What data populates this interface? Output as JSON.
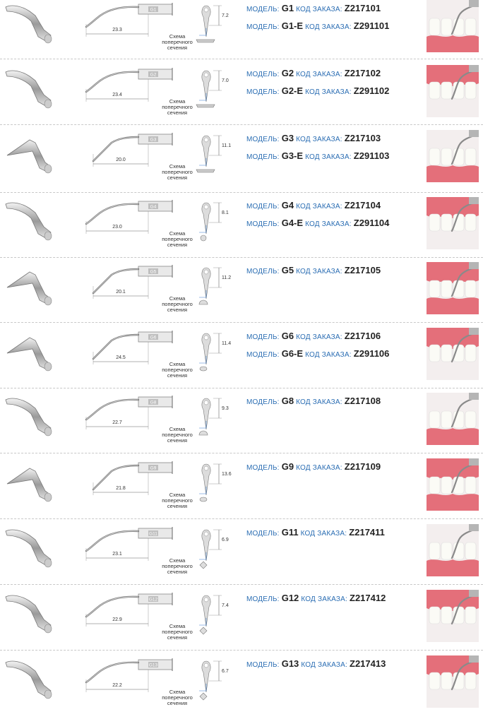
{
  "labels": {
    "model": "МОДЕЛЬ:",
    "order": "КОД ЗАКАЗА:",
    "cross_line1": "Схема",
    "cross_line2": "поперечного",
    "cross_line3": "сечения"
  },
  "rows": [
    {
      "name": "G1",
      "length": "23.3",
      "height": "7.2",
      "section": "flat",
      "tip": "hook-down",
      "clin": "lower-left",
      "models": [
        {
          "model": "G1",
          "order": "Z217101"
        },
        {
          "model": "G1-E",
          "order": "Z291101"
        }
      ]
    },
    {
      "name": "G2",
      "length": "23.4",
      "height": "7.0",
      "section": "flat",
      "tip": "hook-down",
      "clin": "upper",
      "models": [
        {
          "model": "G2",
          "order": "Z217102"
        },
        {
          "model": "G2-E",
          "order": "Z291102"
        }
      ]
    },
    {
      "name": "G3",
      "length": "20.0",
      "height": "11.1",
      "section": "flat",
      "tip": "straight",
      "clin": "lower",
      "models": [
        {
          "model": "G3",
          "order": "Z217103"
        },
        {
          "model": "G3-E",
          "order": "Z291103"
        }
      ]
    },
    {
      "name": "G4",
      "length": "23.0",
      "height": "8.1",
      "section": "round",
      "tip": "hook-down",
      "clin": "upper",
      "models": [
        {
          "model": "G4",
          "order": "Z217104"
        },
        {
          "model": "G4-E",
          "order": "Z291104"
        }
      ]
    },
    {
      "name": "G5",
      "length": "20.1",
      "height": "11.2",
      "section": "half",
      "tip": "straight",
      "clin": "side",
      "models": [
        {
          "model": "G5",
          "order": "Z217105"
        }
      ]
    },
    {
      "name": "G6",
      "length": "24.5",
      "height": "11.4",
      "section": "oval",
      "tip": "straight",
      "clin": "upper",
      "models": [
        {
          "model": "G6",
          "order": "Z217106"
        },
        {
          "model": "G6-E",
          "order": "Z291106"
        }
      ]
    },
    {
      "name": "G8",
      "length": "22.7",
      "height": "9.3",
      "section": "half",
      "tip": "hook-down",
      "clin": "lower",
      "models": [
        {
          "model": "G8",
          "order": "Z217108"
        }
      ]
    },
    {
      "name": "G9",
      "length": "21.8",
      "height": "13.6",
      "section": "oval",
      "tip": "straight",
      "clin": "side",
      "models": [
        {
          "model": "G9",
          "order": "Z217109"
        }
      ]
    },
    {
      "name": "G11",
      "length": "23.1",
      "height": "6.9",
      "section": "diamond",
      "tip": "hook-down",
      "clin": "lower",
      "models": [
        {
          "model": "G11",
          "order": "Z217411"
        }
      ]
    },
    {
      "name": "G12",
      "length": "22.9",
      "height": "7.4",
      "section": "diamond",
      "tip": "hook-down",
      "clin": "upper",
      "models": [
        {
          "model": "G12",
          "order": "Z217412"
        }
      ]
    },
    {
      "name": "G13",
      "length": "22.2",
      "height": "6.7",
      "section": "diamond",
      "tip": "hook-down",
      "clin": "upper",
      "models": [
        {
          "model": "G13",
          "order": "Z217413"
        }
      ]
    }
  ]
}
